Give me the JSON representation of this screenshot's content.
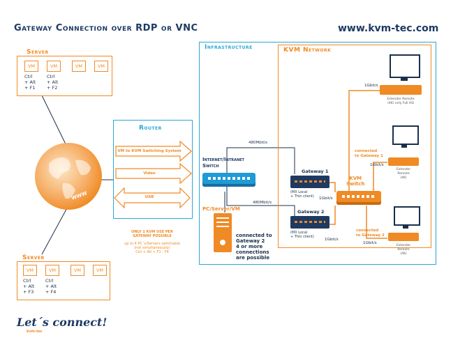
{
  "header": {
    "title": "Gateway Connection over RDP or VNC",
    "url": "www.kvm-tec.com"
  },
  "server_top": {
    "label": "Server",
    "vms": [
      "VM",
      "VM",
      "VM",
      "VM"
    ],
    "hotkey1": "Ctrl\n+ Alt\n+ F1",
    "hotkey2": "Ctrl\n+ Alt\n+ F2"
  },
  "server_bottom": {
    "label": "Server",
    "vms": [
      "VM",
      "VM",
      "VM",
      "VM"
    ],
    "hotkey1": "Ctrl\n+ Alt\n+ F3",
    "hotkey2": "Ctrl\n+ Alt\n+ F4"
  },
  "globe": {
    "label": "WWW"
  },
  "router": {
    "label": "Router",
    "arrows": [
      "VM to KVM Switching System",
      "Video",
      "USB"
    ],
    "note_title": "ONLY 1 KVM USE PER\nGATEWAY POSSIBLE",
    "note_body": "up to 4 PC´s/Servers switchable\n(not simultaneously)\nCtrl + Alt + F1 - F4"
  },
  "infrastructure": {
    "label": "Infrastructure",
    "switch_label": "Internet/Intranet\nSwitch",
    "pc_label": "PC/Server/VM",
    "pc_note": "connected to\nGateway 2\n4 or more\nconnections\nare possible",
    "speed_top": "480Mbit/s",
    "speed_bottom": "480Mbit/s"
  },
  "kvm_network": {
    "label": "KVM Network",
    "gateway1": {
      "label": "Gateway 1",
      "desc": "(MX Local\n+ Thin client)",
      "speed": "1Gbit/s"
    },
    "gateway2": {
      "label": "Gateway 2",
      "desc": "(MX Local\n+ Thin client)",
      "speed": "1Gbit/s"
    },
    "kvm_switch_label": "KVM\nSwitch",
    "remote1": {
      "desc": "Extender Remote\n(4K) only Full HD",
      "speed": "1Gbit/s"
    },
    "remote2": {
      "desc": "Extender\nRemote\n(4K)",
      "speed": "1Gbit/s",
      "note": "connected\nto Gateway 1"
    },
    "remote3": {
      "desc": "Extender\nRemote\n(4K)",
      "speed": "1Gbit/s",
      "note": "connected\nto Gateway 2"
    }
  },
  "logo": {
    "text": "Let´s connect!",
    "sub": "kvm-tec"
  },
  "colors": {
    "orange": "#f08a24",
    "blue": "#2aa7d6",
    "navy": "#1e3a63"
  }
}
